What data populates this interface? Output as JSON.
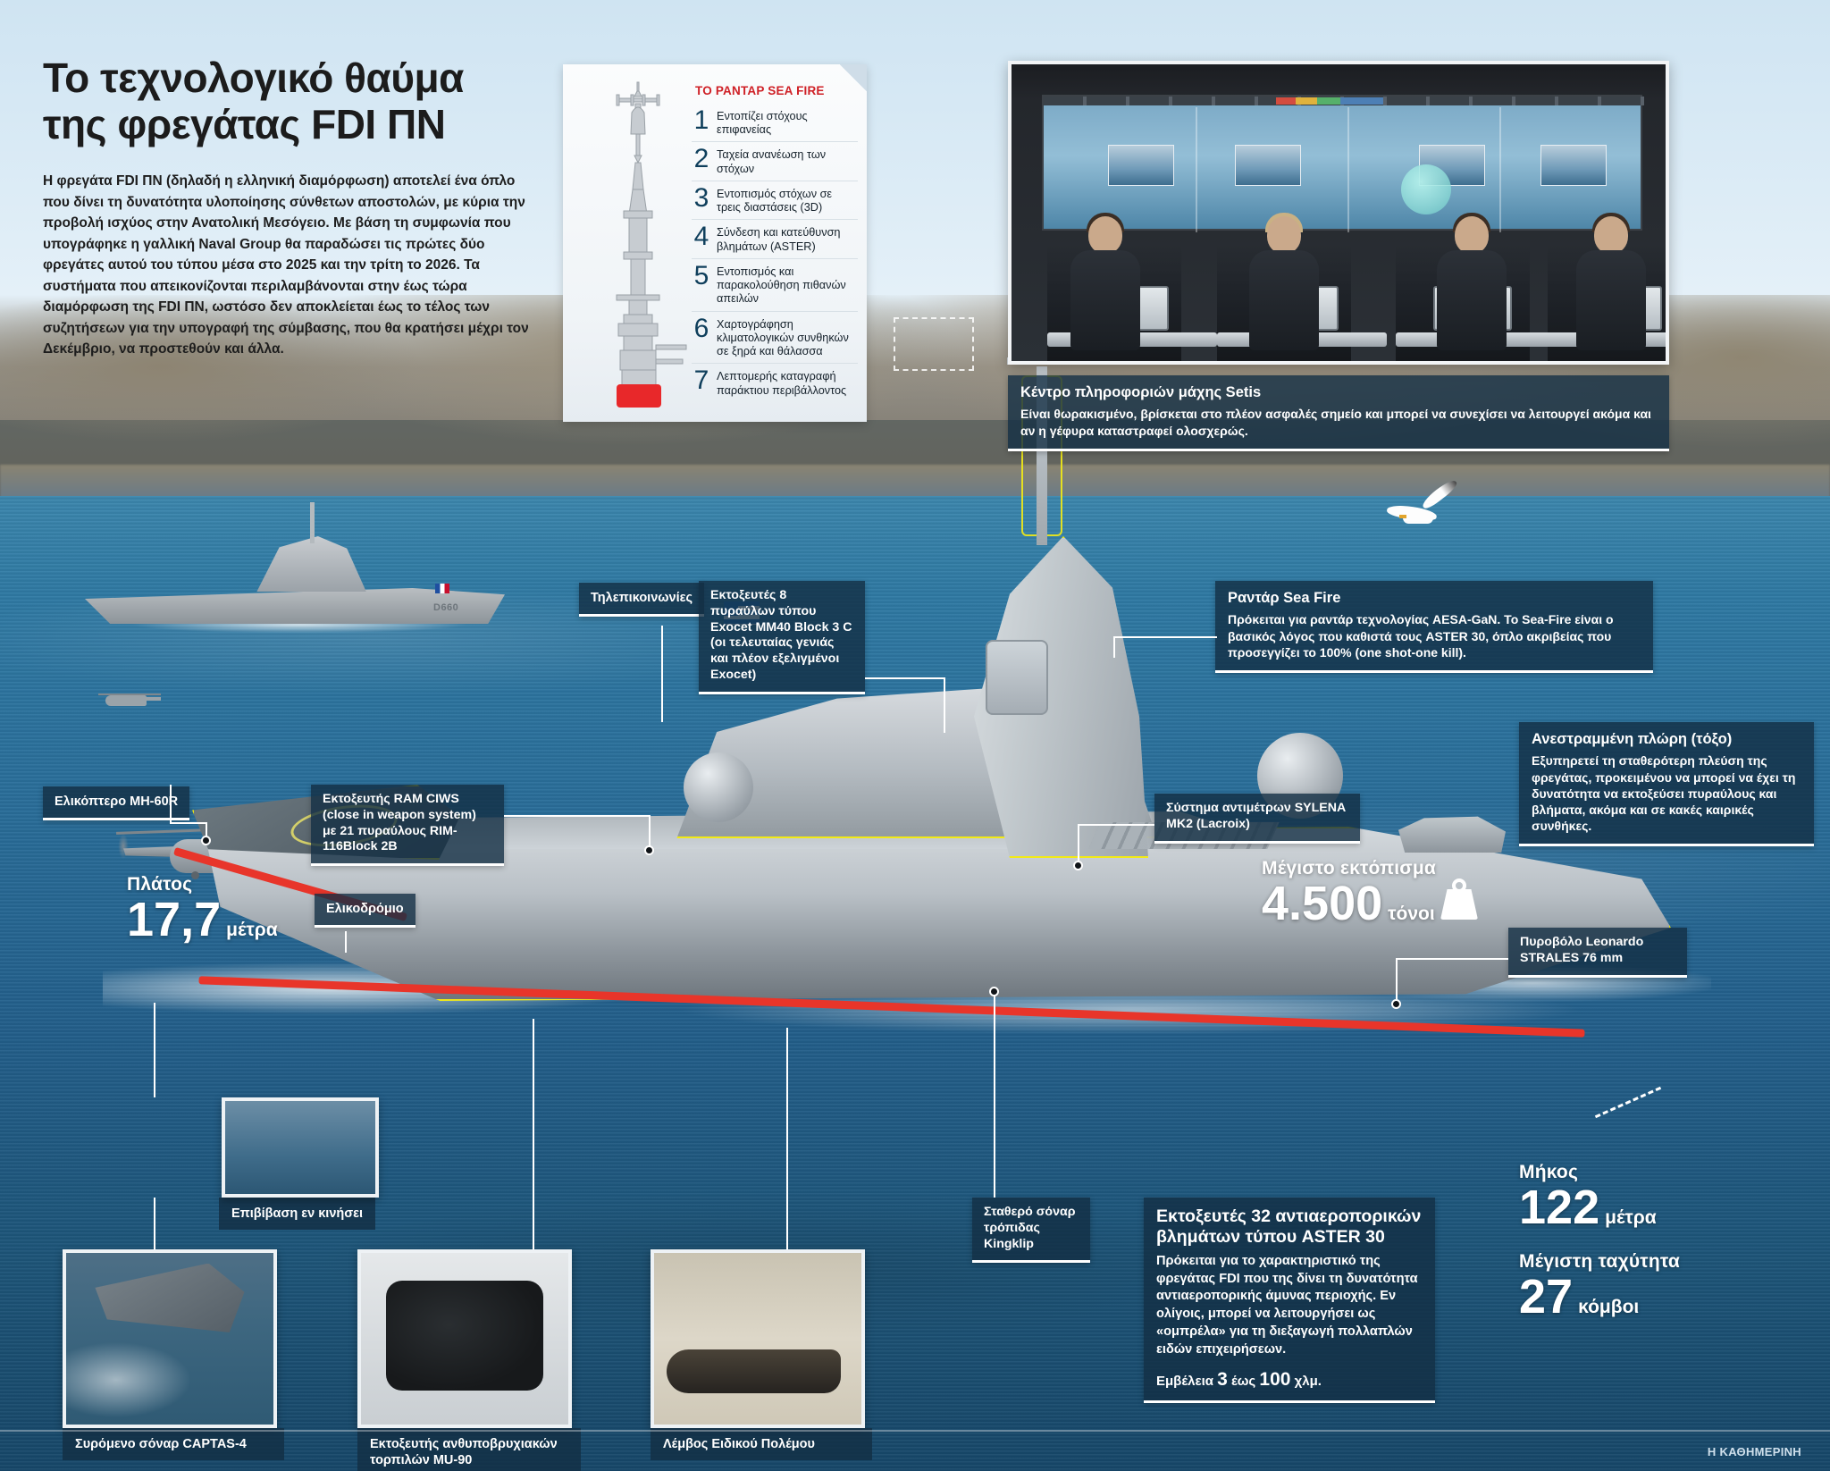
{
  "headline": {
    "line1": "Το τεχνολογικό θαύμα",
    "line2": "της φρεγάτας FDI ΠΝ",
    "intro": "Η φρεγάτα FDI ΠΝ (δηλαδή η ελληνική διαμόρφωση) αποτελεί ένα όπλο που δίνει τη δυνατότητα υλοποίησης σύνθετων αποστολών, με κύρια την προβολή ισχύος στην Ανατολική Μεσόγειο. Με βάση τη συμφωνία που υπογράφηκε η γαλλική Naval Group θα παραδώσει τις πρώτες δύο φρεγάτες αυτού του τύπου μέσα στο 2025 και την τρίτη το 2026. Τα συστήματα που απεικονίζονται περιλαμβάνονται στην έως τώρα διαμόρφωση της FDI ΠΝ, ωστόσο δεν αποκλείεται έως το τέλος των συζητήσεων για την υπογραφή της σύμβασης, που θα κρατήσει μέχρι τον Δεκέμβριο, να προστεθούν και άλλα."
  },
  "radar_panel": {
    "title": "ΤΟ PANTAP SEA FIRE",
    "items": [
      {
        "num": "1",
        "text": "Εντοπίζει στόχους επιφανείας"
      },
      {
        "num": "2",
        "text": "Ταχεία ανανέωση των στόχων"
      },
      {
        "num": "3",
        "text": "Εντοπισμός στόχων σε τρεις διαστάσεις (3D)"
      },
      {
        "num": "4",
        "text": "Σύνδεση και κατεύθυνση βλημάτων (ASTER)"
      },
      {
        "num": "5",
        "text": "Εντοπισμός και παρακολούθηση πιθανών απειλών"
      },
      {
        "num": "6",
        "text": "Χαρτογράφηση κλιματολογικών συνθηκών σε ξηρά και θάλασσα"
      },
      {
        "num": "7",
        "text": "Λεπτομερής καταγραφή παράκτιου περιβάλλοντος"
      }
    ]
  },
  "setis": {
    "title": "Κέντρο πληροφοριών μάχης Setis",
    "body": "Είναι θωρακισμένο, βρίσκεται στο πλέον ασφαλές σημείο και μπορεί να συνεχίσει να λειτουργεί ακόμα και αν η γέφυρα καταστραφεί ολοσχερώς."
  },
  "callouts": {
    "sea_fire": {
      "title": "Ραντάρ Sea Fire",
      "body": "Πρόκειται για ραντάρ τεχνολογίας AESA-GaN. Το Sea-Fire είναι ο βασικός λόγος που καθιστά τους ASTER 30, όπλο ακριβείας που προσεγγίζει το 100% (one shot-one kill)."
    },
    "bow": {
      "title": "Ανεστραμμένη πλώρη (τόξο)",
      "body": "Εξυπηρετεί τη σταθερότερη πλεύση της φρεγάτας, προκειμένου να μπορεί να έχει τη δυνατότητα να εκτοξεύσει πυραύλους και βλήματα, ακόμα και σε κακές καιρικές συνθήκες."
    },
    "aster": {
      "title": "Εκτοξευτές 32 αντιαεροπορικών βλημάτων τύπου ASTER 30",
      "body": "Πρόκειται για το χαρακτηριστικό της φρεγάτας FDI που της δίνει τη δυνατότητα αντιαεροπορικής άμυνας περιοχής. Εν ολίγοις, μπορεί να λειτουργήσει  ως «ομπρέλα» για τη διεξαγωγή πολλαπλών ειδών επιχειρήσεων.",
      "range_prefix": "Εμβέλεια ",
      "range_v1": "3",
      "range_mid": " έως ",
      "range_v2": "100",
      "range_suffix": " χλμ."
    },
    "telecom": {
      "title": "Τηλεπικοινωνίες"
    },
    "exocet": {
      "title": "Εκτοξευτές 8 πυραύλων τύπου Exocet MM40 Block 3 C (οι τελευταίας γενιάς και πλέον εξελιγμένοι Exocet)"
    },
    "ram": {
      "title": "Εκτοξευτής RAM CIWS (close in weapon system) με 21 πυραύλους RIM-116Block 2B"
    },
    "helicopter": {
      "title": "Ελικόπτερο MH-60R"
    },
    "helipad": {
      "title": "Ελικοδρόμιο"
    },
    "sylena": {
      "title": "Σύστημα αντιμέτρων SYLENA MK2 (Lacroix)"
    },
    "leonardo": {
      "title": "Πυροβόλο Leonardo STRALES 76 mm"
    },
    "kingklip": {
      "title": "Σταθερό σόναρ τρόπιδας Kingklip"
    }
  },
  "stats": {
    "beam": {
      "label": "Πλάτος",
      "value": "17,7",
      "unit": "μέτρα"
    },
    "displacement": {
      "label": "Μέγιστο εκτόπισμα",
      "value": "4.500",
      "unit": "τόνοι"
    },
    "length": {
      "label": "Μήκος",
      "value": "122",
      "unit": "μέτρα"
    },
    "speed": {
      "label": "Μέγιστη ταχύτητα",
      "value": "27",
      "unit": "κόμβοι"
    }
  },
  "photos": {
    "embark": {
      "caption": "Επιβίβαση εν κινήσει"
    },
    "captas": {
      "caption": "Συρόμενο σόναρ CAPTAS-4"
    },
    "mu90": {
      "caption": "Εκτοξευτής ανθυποβρυχιακών τορπιλών MU-90"
    },
    "boat": {
      "caption": "Λέμβος Ειδικού Πολέμου"
    }
  },
  "ship_far": {
    "hull_number": "D660"
  },
  "credit": "Η ΚΑΘΗΜΕΡΙΝΗ"
}
